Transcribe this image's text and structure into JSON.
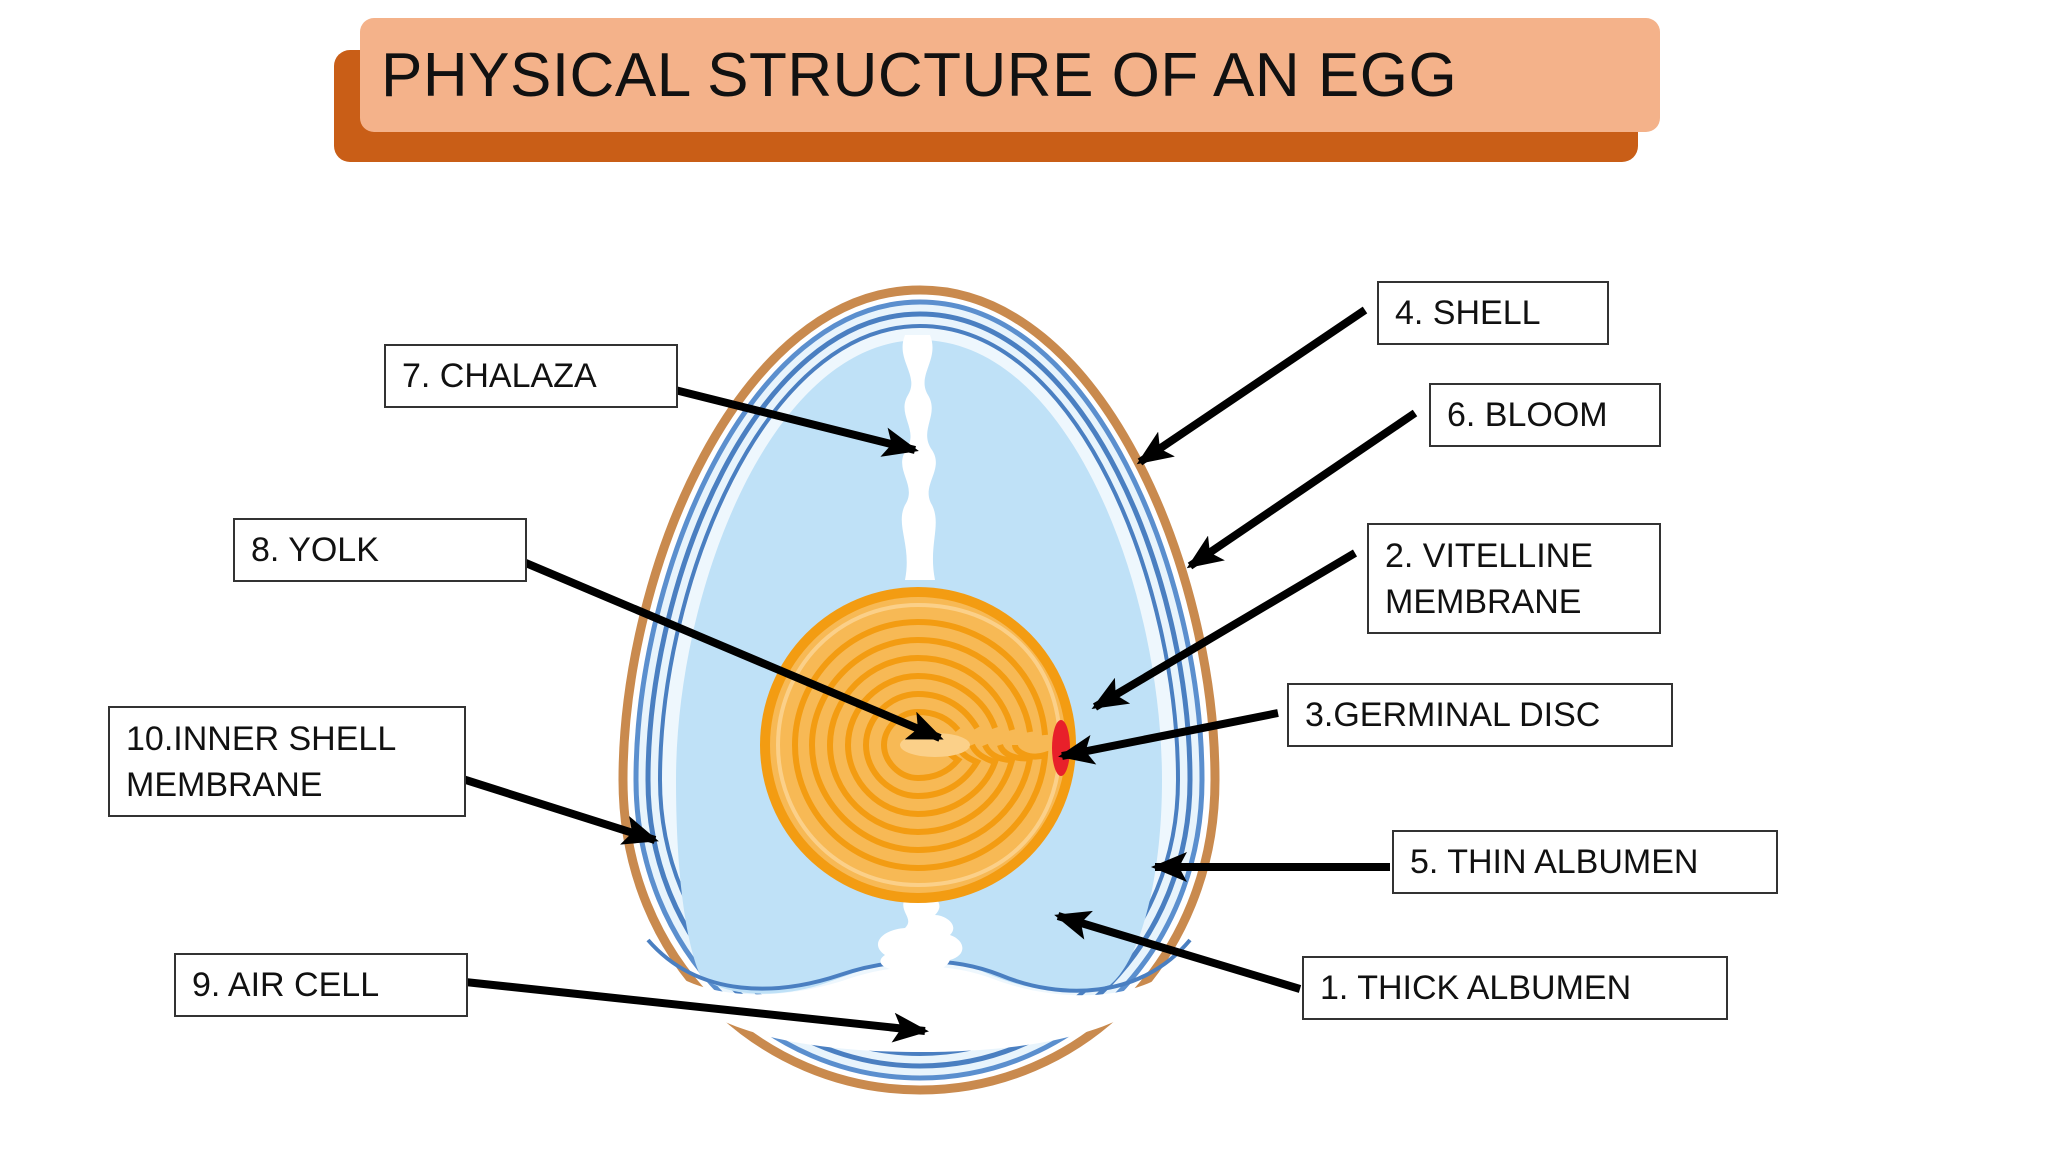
{
  "title": "PHYSICAL STRUCTURE OF AN EGG",
  "labels": {
    "shell": "4. SHELL",
    "chalaza": "7. CHALAZA",
    "bloom": "6. BLOOM",
    "yolk": "8. YOLK",
    "vitelline": "2. VITELLINE\nMEMBRANE",
    "germinal": "3.GERMINAL DISC",
    "inner_shell": "10.INNER SHELL\nMEMBRANE",
    "thin_albumen": "5. THIN ALBUMEN",
    "air_cell": "9. AIR CELL",
    "thick_albumen": "1. THICK ALBUMEN"
  },
  "colors": {
    "title_band": "#f4b28a",
    "title_shadow": "#c95e17",
    "shell": "#c98a4e",
    "membrane": "#4a7fc1",
    "albumen": "#bfe1f7",
    "yolk": "#f5a623",
    "germinal_disc": "#e8202a"
  }
}
